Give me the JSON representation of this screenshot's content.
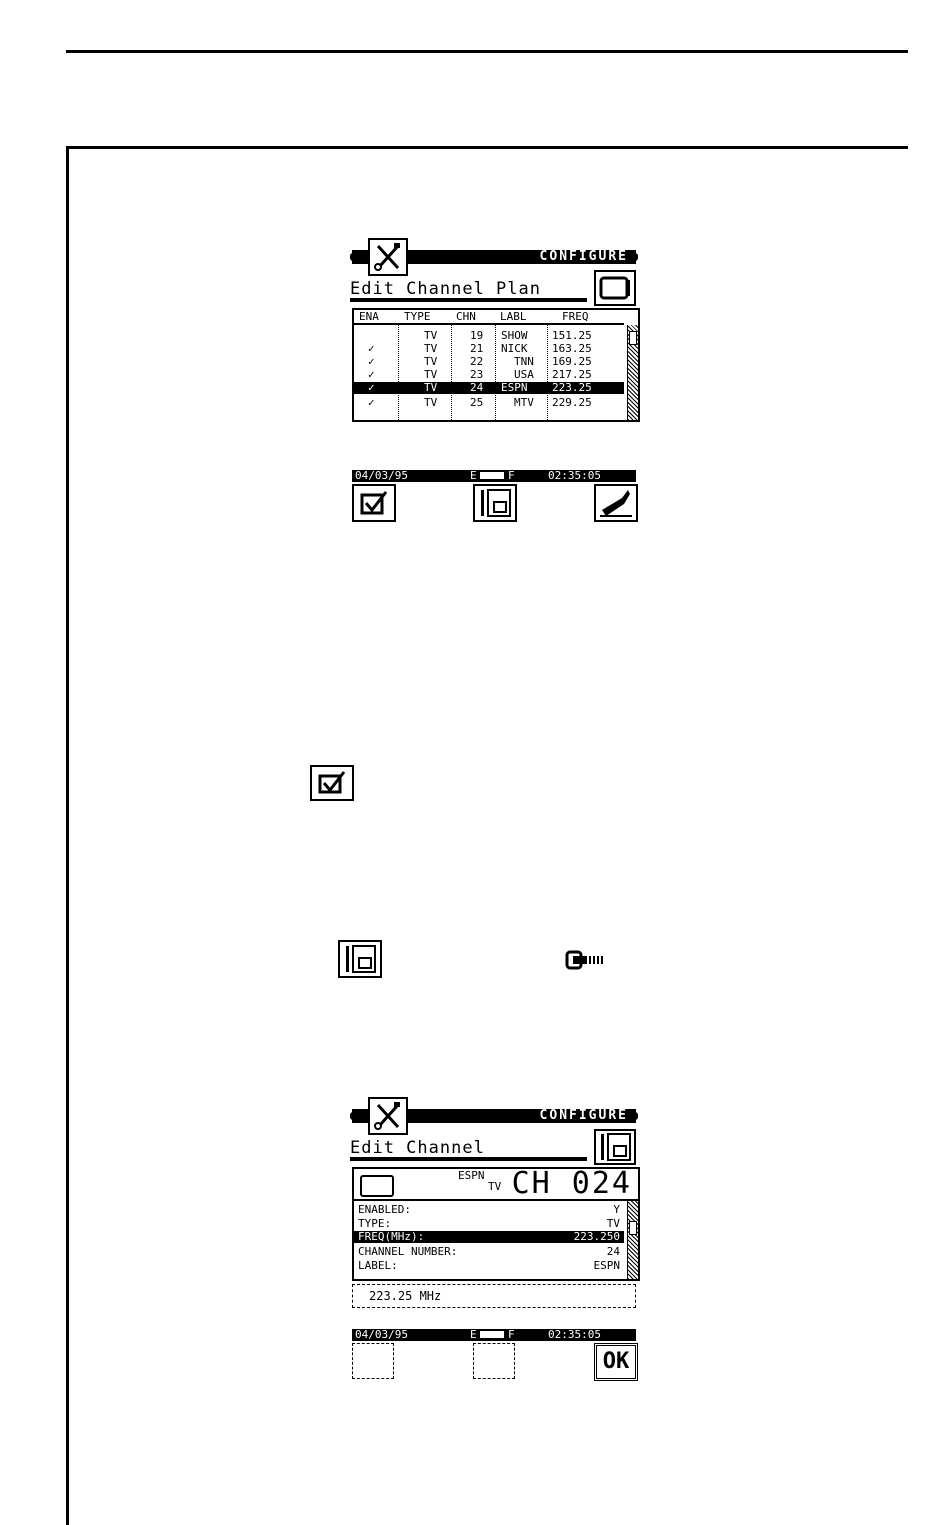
{
  "screen1": {
    "title": "CONFIGURE",
    "subtitle": "Edit Channel Plan",
    "table": {
      "headers": [
        "ENA",
        "TYPE",
        "CHN",
        "LABL",
        "FREQ"
      ],
      "rows": [
        {
          "ena": "",
          "type": "TV",
          "chn": "19",
          "labl": "SHOW",
          "freq": "151.25"
        },
        {
          "ena": "✓",
          "type": "TV",
          "chn": "21",
          "labl": "NICK",
          "freq": "163.25"
        },
        {
          "ena": "✓",
          "type": "TV",
          "chn": "22",
          "labl": "TNN",
          "freq": "169.25"
        },
        {
          "ena": "✓",
          "type": "TV",
          "chn": "23",
          "labl": "USA",
          "freq": "217.25"
        },
        {
          "ena": "✓",
          "type": "TV",
          "chn": "24",
          "labl": "ESPN",
          "freq": "223.25",
          "selected": true
        },
        {
          "ena": "✓",
          "type": "TV",
          "chn": "25",
          "labl": "MTV",
          "freq": "229.25"
        }
      ]
    },
    "status": {
      "date": "04/03/95",
      "battery": "E",
      "battery_full": "F",
      "time": "02:35:05"
    },
    "softkeys": [
      "checkbox-icon",
      "edit-file-icon",
      "eraser-icon"
    ]
  },
  "inline_icons": [
    "checkbox-icon",
    "edit-file-icon",
    "enter-key-icon"
  ],
  "screen2": {
    "title": "CONFIGURE",
    "subtitle": "Edit Channel",
    "label": "ESPN",
    "type": "TV",
    "channel": "CH 024",
    "fields": [
      {
        "name": "ENABLED:",
        "value": "Y"
      },
      {
        "name": "TYPE:",
        "value": "TV"
      },
      {
        "name": "FREQ(MHz):",
        "value": "223.250",
        "selected": true
      },
      {
        "name": "CHANNEL NUMBER:",
        "value": "24"
      },
      {
        "name": "LABEL:",
        "value": "ESPN"
      }
    ],
    "entry": "223.25 MHz",
    "status": {
      "date": "04/03/95",
      "battery": "E",
      "battery_full": "F",
      "time": "02:35:05"
    },
    "ok_label": "OK"
  }
}
